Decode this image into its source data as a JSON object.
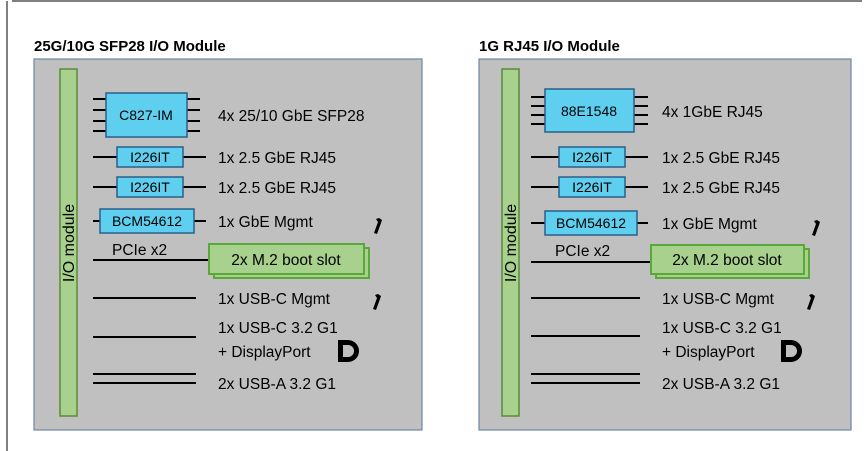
{
  "colors": {
    "panel_fill": "#c0c0c0",
    "panel_stroke": "#6f86a8",
    "chip_fill": "#5ecfef",
    "chip_stroke": "#2c5f8a",
    "io_fill": "#a9d18e",
    "io_stroke": "#5a8a3a",
    "boot_fill": "#a9d18e",
    "boot_stroke": "#5aa83a",
    "line": "#000000"
  },
  "modules": [
    {
      "title": "25G/10G SFP28 I/O Module",
      "io_label": "I/O module",
      "chips": [
        "C827-IM",
        "I226IT",
        "I226IT",
        "BCM54612"
      ],
      "labels": [
        "4x 25/10 GbE SFP28",
        "1x 2.5 GbE RJ45",
        "1x 2.5 GbE RJ45",
        "1x GbE Mgmt",
        "PCIe x2",
        "2x M.2 boot slot",
        "1x USB-C Mgmt",
        "1x USB-C 3.2 G1",
        "+ DisplayPort",
        "2x USB-A 3.2 G1"
      ],
      "icons": [
        "wrench-icon",
        "wrench-icon",
        "displayport-icon"
      ]
    },
    {
      "title": "1G RJ45 I/O Module",
      "io_label": "I/O module",
      "chips": [
        "88E1548",
        "I226IT",
        "I226IT",
        "BCM54612"
      ],
      "labels": [
        "4x 1GbE RJ45",
        "1x 2.5 GbE RJ45",
        "1x 2.5 GbE RJ45",
        "1x GbE Mgmt",
        "PCIe x2",
        "2x M.2 boot slot",
        "1x USB-C Mgmt",
        "1x USB-C 3.2 G1",
        "+ DisplayPort",
        "2x USB-A 3.2 G1"
      ],
      "icons": [
        "wrench-icon",
        "wrench-icon",
        "displayport-icon"
      ]
    }
  ]
}
